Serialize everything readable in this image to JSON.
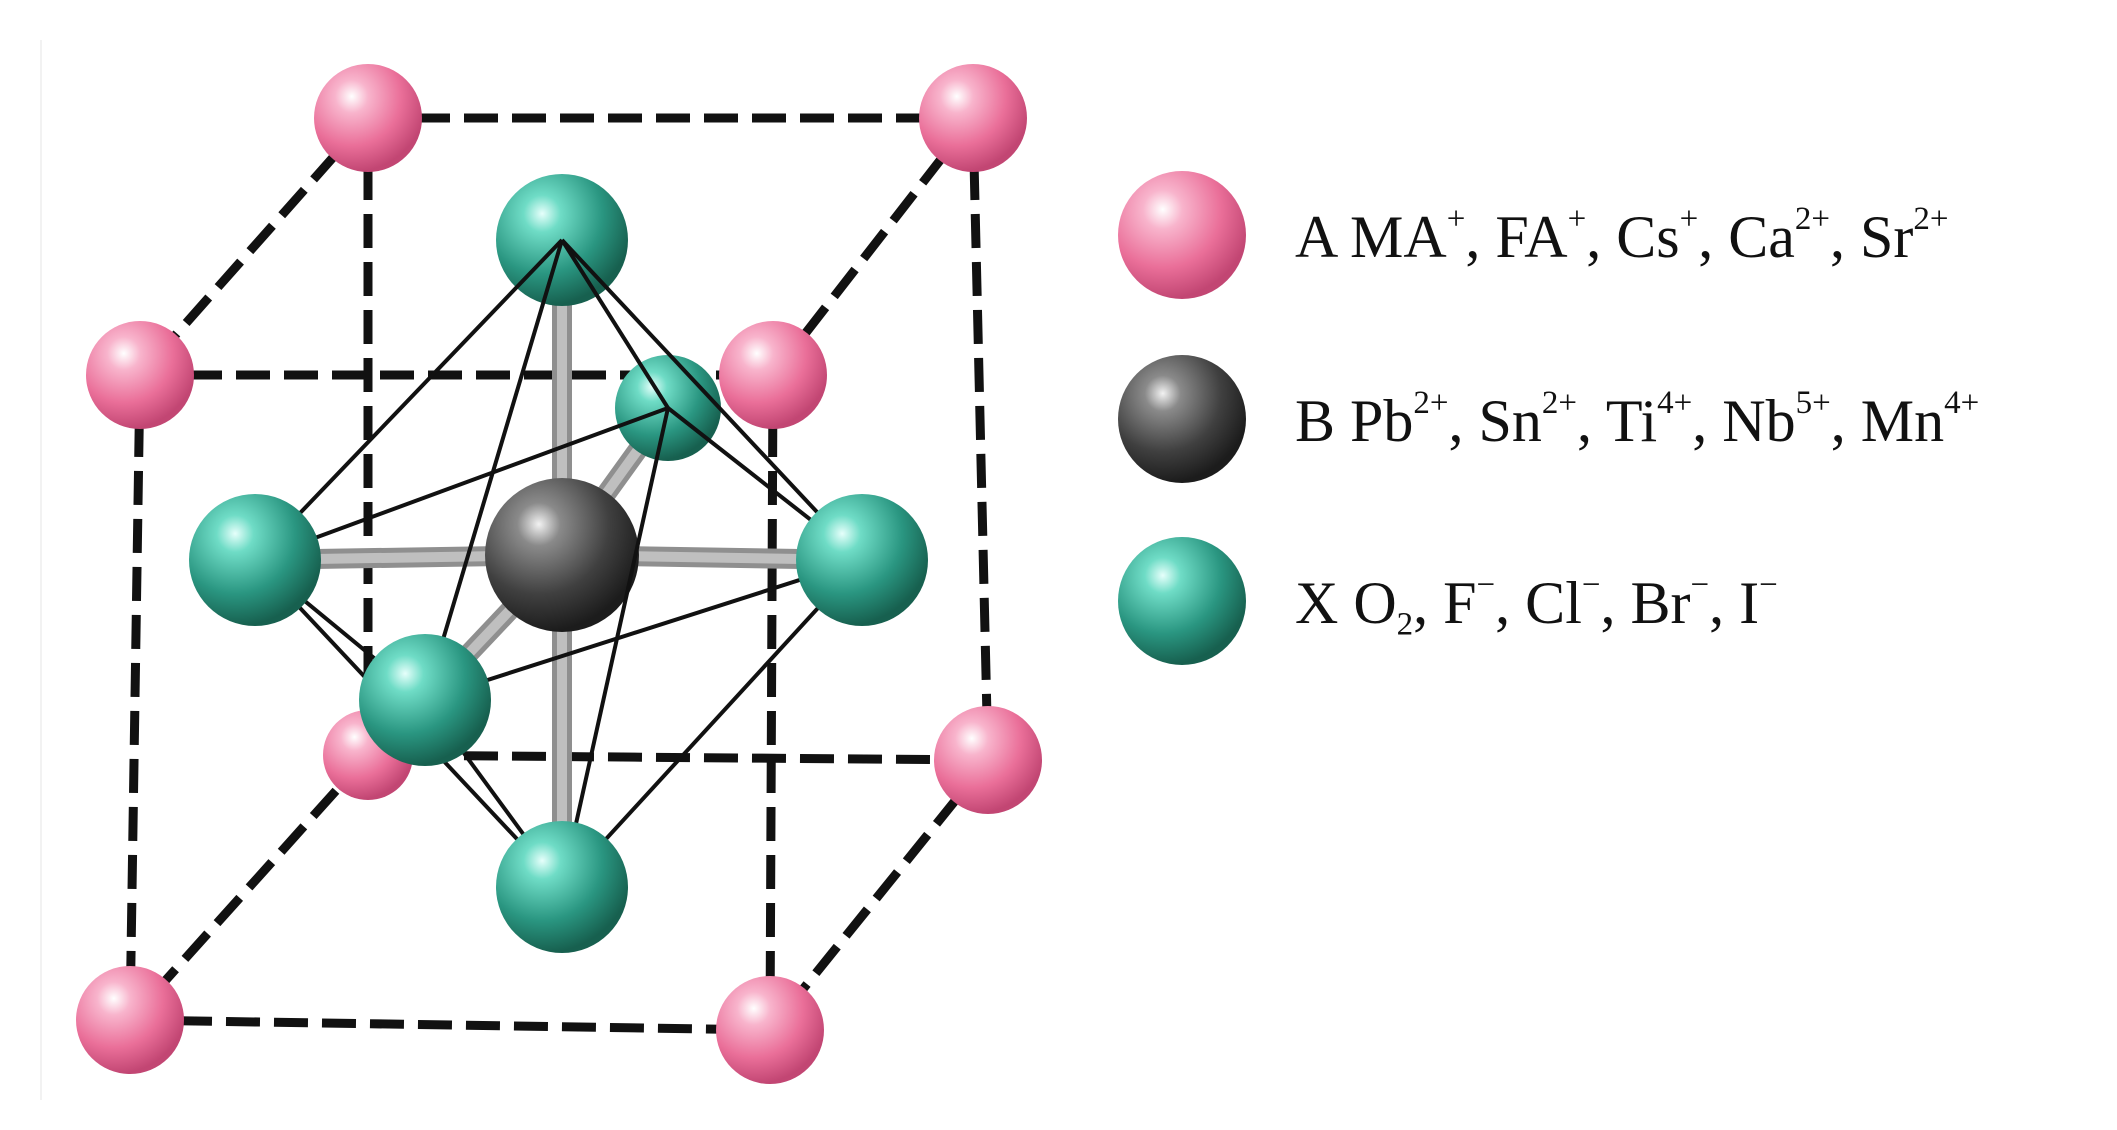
{
  "colors": {
    "A": "#ef7aa3",
    "B": "#4a4a4a",
    "X": "#2e9e87",
    "bond": "#bfbfbf",
    "dashed_edge": "#111111",
    "octahedron_edge": "#111111"
  },
  "legend": [
    {
      "key": "A",
      "color": "#ef7aa3",
      "parts": [
        {
          "t": "A MA"
        },
        {
          "sup": "+"
        },
        {
          "t": ", FA"
        },
        {
          "sup": "+"
        },
        {
          "t": ", Cs"
        },
        {
          "sup": "+"
        },
        {
          "t": ", Ca"
        },
        {
          "sup": "2+"
        },
        {
          "t": ", Sr"
        },
        {
          "sup": "2+"
        }
      ]
    },
    {
      "key": "B",
      "color": "#4a4a4a",
      "parts": [
        {
          "t": "B  Pb"
        },
        {
          "sup": "2+"
        },
        {
          "t": ", Sn"
        },
        {
          "sup": "2+"
        },
        {
          "t": ", Ti"
        },
        {
          "sup": "4+"
        },
        {
          "t": ", Nb"
        },
        {
          "sup": "5+"
        },
        {
          "t": ", Mn"
        },
        {
          "sup": "4+"
        }
      ]
    },
    {
      "key": "X",
      "color": "#2e9e87",
      "parts": [
        {
          "t": "X O"
        },
        {
          "sub": "2"
        },
        {
          "t": ", F"
        },
        {
          "sup": "−"
        },
        {
          "t": ", Cl"
        },
        {
          "sup": "−"
        },
        {
          "t": ", Br"
        },
        {
          "sup": "−"
        },
        {
          "t": ", I"
        },
        {
          "sup": "−"
        }
      ]
    }
  ]
}
